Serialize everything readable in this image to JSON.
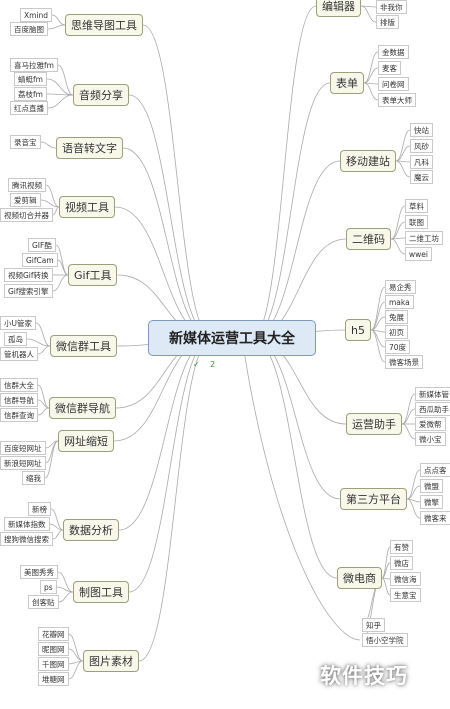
{
  "center": "新媒体运营工具大全",
  "left": [
    {
      "label": "思维导图工具",
      "children": [
        "Xmind",
        "百度脑图"
      ]
    },
    {
      "label": "音频分享",
      "children": [
        "喜马拉雅fm",
        "蜻蜓fm",
        "荔枝fm",
        "红点直播"
      ]
    },
    {
      "label": "语音转文字",
      "children": [
        "录音宝"
      ]
    },
    {
      "label": "视频工具",
      "children": [
        "腾讯视频",
        "爱剪辑",
        "视频切合并器"
      ]
    },
    {
      "label": "Gif工具",
      "children": [
        "GIF酷",
        "GifCam",
        "视频Gif转换",
        "Gif搜索引擎"
      ]
    },
    {
      "label": "微信群工具",
      "children": [
        "小U管家",
        "孤岛",
        "管机器人"
      ]
    },
    {
      "label": "微信群导航",
      "children": [
        "信群大全",
        "信群导航",
        "信群查询"
      ]
    },
    {
      "label": "网址缩短",
      "children": [
        "百度短网址",
        "新浪短网址",
        "缩我"
      ]
    },
    {
      "label": "数据分析",
      "children": [
        "新榜",
        "新媒体指数",
        "搜狗微信搜索"
      ]
    },
    {
      "label": "制图工具",
      "children": [
        "美图秀秀",
        "ps",
        "创客贴"
      ]
    },
    {
      "label": "图片素材",
      "children": [
        "花瓣网",
        "昵图网",
        "千图网",
        "堆糖网"
      ]
    }
  ],
  "right": [
    {
      "label": "编辑器",
      "children": [
        "非我你",
        "排版"
      ]
    },
    {
      "label": "表单",
      "children": [
        "金数据",
        "麦客",
        "问卷网",
        "表单大师"
      ]
    },
    {
      "label": "移动建站",
      "children": [
        "快站",
        "风砂",
        "凡科",
        "魔云"
      ]
    },
    {
      "label": "二维码",
      "children": [
        "草料",
        "联图",
        "二维工坊",
        "wwei"
      ]
    },
    {
      "label": "h5",
      "children": [
        "易企秀",
        "maka",
        "兔展",
        "初页",
        "70度",
        "微客场景"
      ]
    },
    {
      "label": "运营助手",
      "children": [
        "新媒体管",
        "西瓜助手",
        "爱微帮",
        "微小宝"
      ]
    },
    {
      "label": "第三方平台",
      "children": [
        "点点客",
        "微盟",
        "微擎",
        "微客来"
      ]
    },
    {
      "label": "微电商",
      "children": [
        "有赞",
        "微店",
        "微信海",
        "生意宝"
      ]
    },
    {
      "label": "",
      "children": [
        "知乎",
        "悟小空学院"
      ]
    }
  ],
  "watermark": "软件技巧"
}
